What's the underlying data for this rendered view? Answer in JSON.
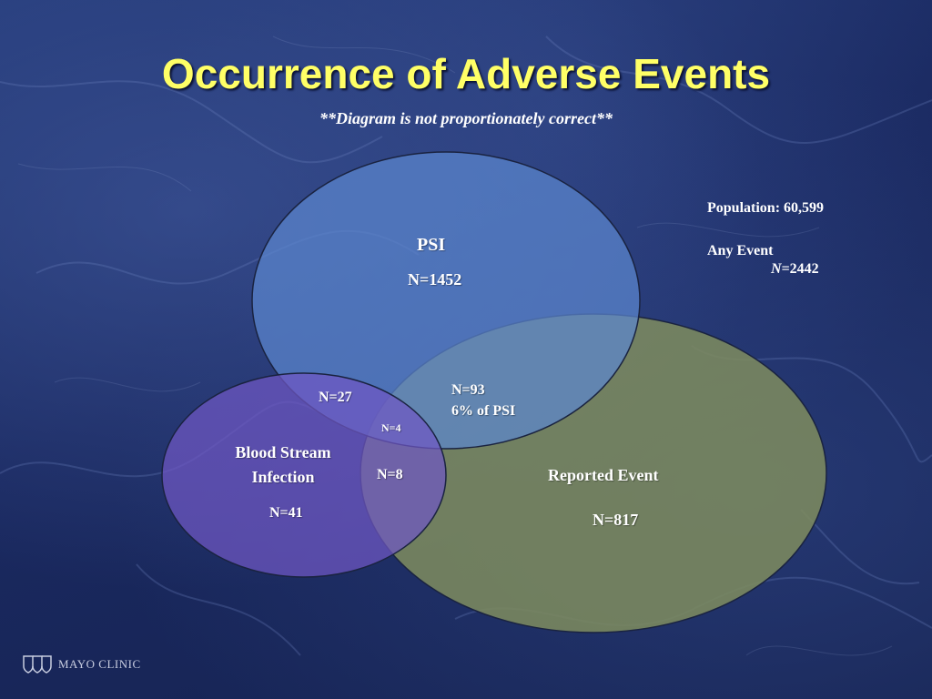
{
  "slide": {
    "title": "Occurrence of Adverse Events",
    "subtitle": "**Diagram is not proportionately correct**"
  },
  "diagram": {
    "sets": [
      {
        "name": "PSI",
        "count": "N=1452",
        "color": "#5b87cf"
      },
      {
        "name": "Reported Event",
        "count": "N=817",
        "color": "#7c8a5e"
      },
      {
        "name_line1": "Blood Stream",
        "name_line2": "Infection",
        "count": "N=41",
        "color": "#6f58c4"
      }
    ],
    "intersections": {
      "psi_bsi": "N=27",
      "psi_reported_line1": "N=93",
      "psi_reported_line2": "6% of PSI",
      "all_three": "N=4",
      "bsi_reported": "N=8"
    }
  },
  "legend": {
    "population": "Population: 60,599",
    "any_event_label": "Any Event",
    "any_event_n_symbol": "N",
    "any_event_n_value": "=2442"
  },
  "footer": {
    "logo_text": "MAYO CLINIC"
  }
}
